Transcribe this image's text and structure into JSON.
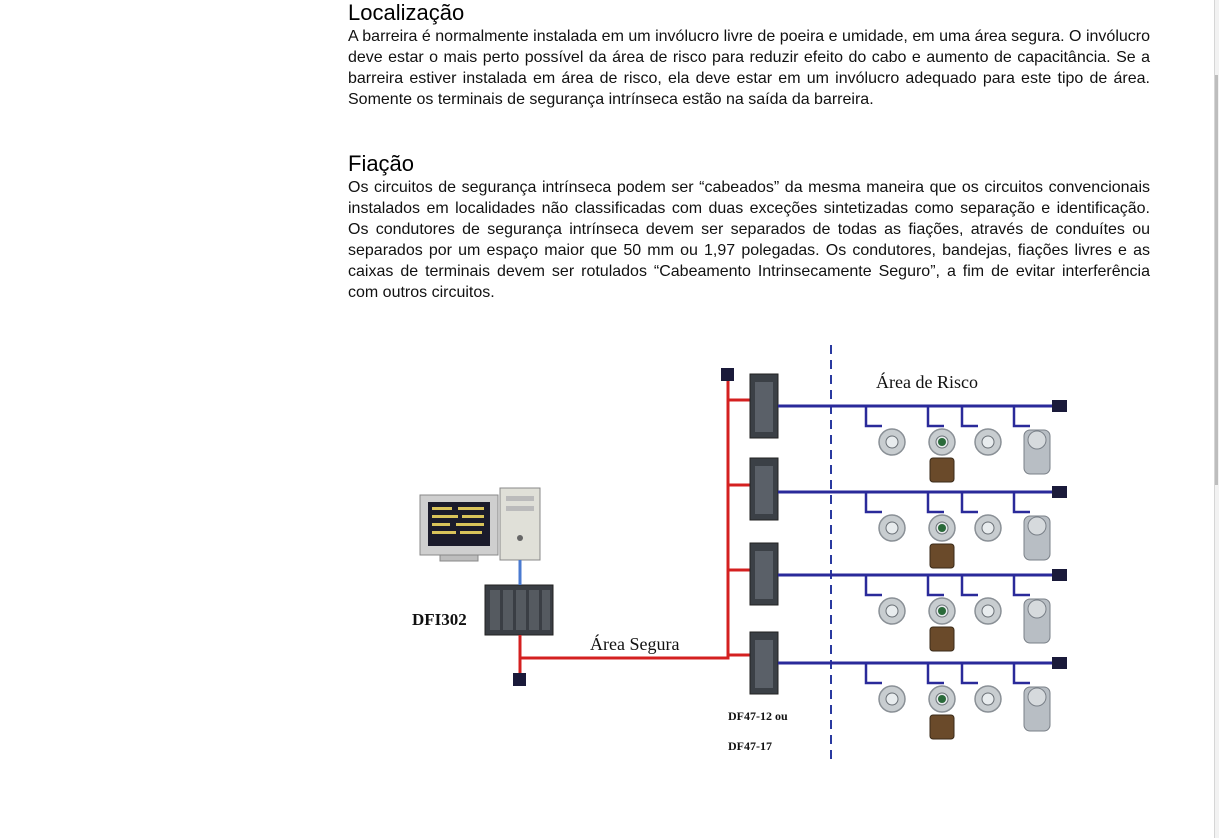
{
  "sections": [
    {
      "title": "Localização",
      "body": "A barreira é normalmente instalada em um invólucro livre de poeira e umidade, em uma área segura. O invólucro deve estar o mais perto possível da área de risco para reduzir efeito do cabo e aumento de capacitância. Se a barreira estiver instalada em área de risco, ela deve estar em um invólucro adequado para este tipo de área. Somente os terminais de segurança intrínseca estão na saída da barreira."
    },
    {
      "title": "Fiação",
      "body": "Os circuitos de segurança intrínseca podem ser “cabeados” da mesma maneira que os circuitos convencionais instalados em localidades não classificadas com duas exceções sintetizadas como separação e identificação. Os condutores de segurança intrínseca devem ser separados de todas as fiações, através de conduítes ou separados por um espaço maior que 50 mm ou 1,97 polegadas. Os condutores, bandejas, fiações livres e as caixas de terminais devem ser rotulados “Cabeamento Intrinsecamente Seguro”, a fim de evitar interferência com outros circuitos."
    }
  ],
  "diagram": {
    "label_hazard_area": "Área de Risco",
    "label_safe_area": "Área Segura",
    "label_controller": "DFI302",
    "label_barrier_1": "DF47-12 ou",
    "label_barrier_2": "DF47-17",
    "colors": {
      "safe_wiring": "#d42020",
      "hazard_wiring": "#2a2a9a",
      "divider": "#2a3aa0",
      "terminator": "#1a1a3a"
    }
  }
}
